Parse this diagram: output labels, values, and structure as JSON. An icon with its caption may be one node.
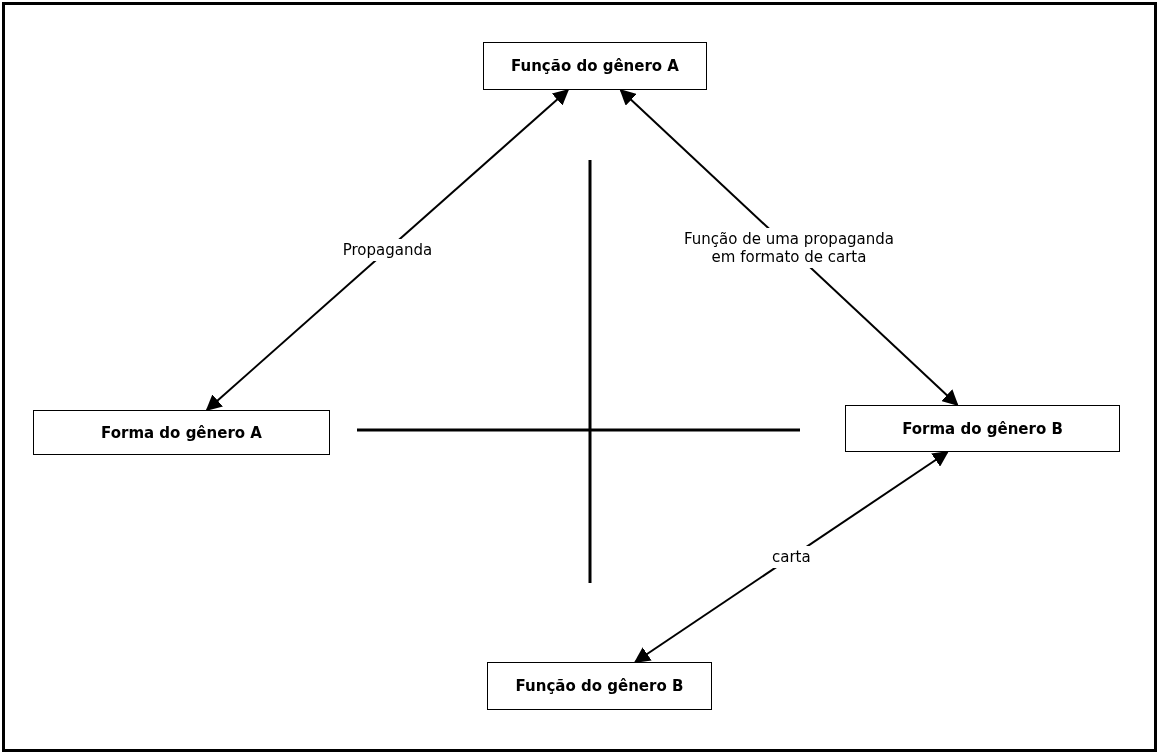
{
  "diagram": {
    "nodes": [
      {
        "text": [
          "Função do gênero A"
        ]
      },
      {
        "text": [
          "Forma do gênero A"
        ]
      },
      {
        "text": [
          "Forma do gênero B"
        ]
      },
      {
        "text": [
          "Função do gênero B"
        ]
      }
    ],
    "edges": [
      {
        "from": 1,
        "to": 0,
        "arrow": "both",
        "label": "Propaganda"
      },
      {
        "from": 0,
        "to": 2,
        "arrow": "both",
        "label": "Função de uma propaganda em formato de carta"
      },
      {
        "from": 2,
        "to": 3,
        "arrow": "both",
        "label": "carta"
      }
    ]
  }
}
